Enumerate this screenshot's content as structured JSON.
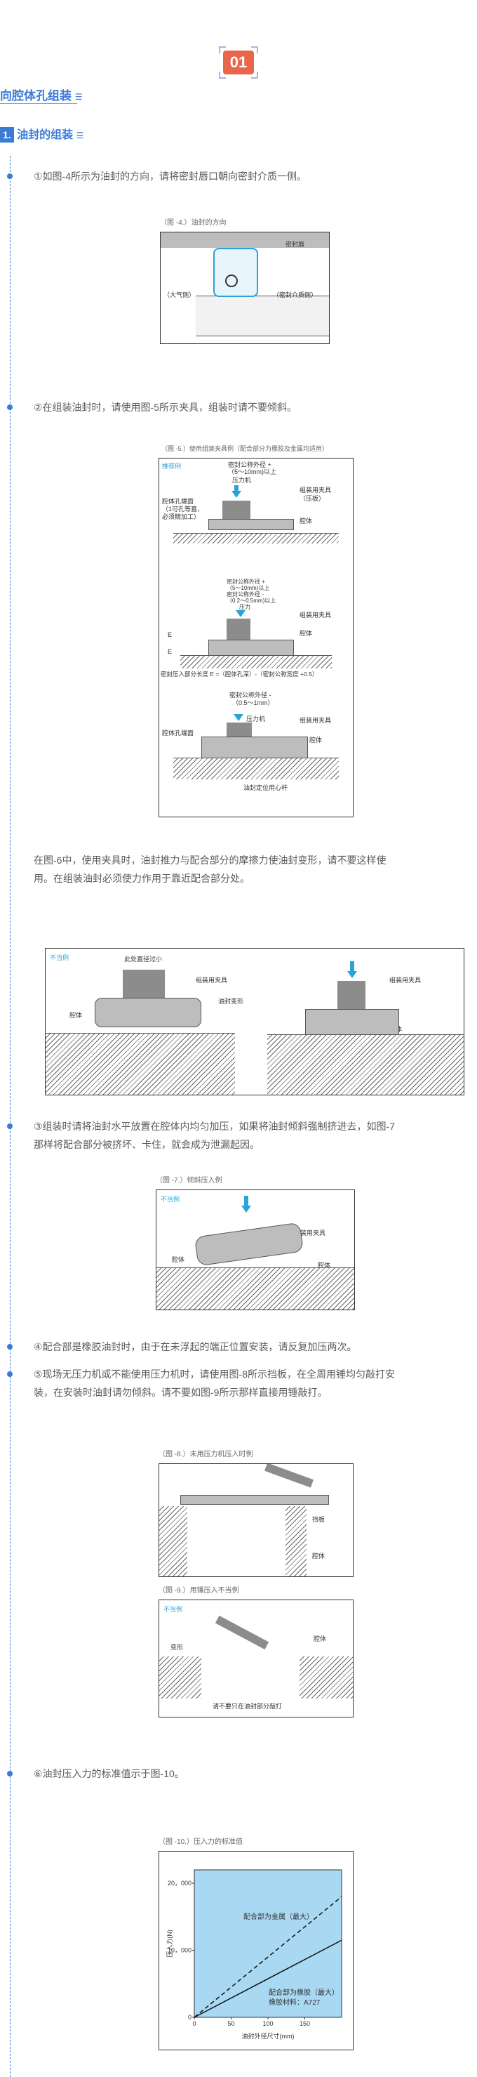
{
  "header": {
    "number": "01"
  },
  "section": {
    "title": "向腔体孔组装"
  },
  "subsection": {
    "index": "1.",
    "title": "油封的组装"
  },
  "steps": {
    "s1": "①如图-4所示为油封的方向，请将密封唇口朝向密封介质一侧。",
    "s2": "②在组装油封时，请使用图-5所示夹具，组装时请不要倾斜。",
    "p6a": "在图-6中，使用夹具时，油封推力与配合部分的摩擦力使油封变形，请不要这样使",
    "p6b": "用。在组装油封必须使力作用于靠近配合部分处。",
    "s3a": "③组装时请将油封水平放置在腔体内均匀加压，如果将油封倾斜强制挤进去，如图-7",
    "s3b": "那样将配合部分被挤坏、卡住，就会成为泄漏起因。",
    "s4": "④配合部是橡胶油封时，由于在未浮起的端正位置安装，请反复加压两次。",
    "s5a": "⑤现场无压力机或不能使用压力机时，请使用图-8所示挡板，在全周用锤均匀敲打安",
    "s5b": "装，在安装时油封请勿倾斜。请不要如图-9所示那样直接用锤敲打。",
    "s6": "⑥油封压入力的标准值示于图-10。"
  },
  "fig4": {
    "caption": "（图 -4.）油封的方向",
    "seal": "密封唇",
    "air": "（大气侧）",
    "medium": "（密封介质侧）"
  },
  "fig5": {
    "caption": "（图 -5.）使用组装夹具例（配合部分为橡胶及金属均适用）",
    "tag": "推荐例",
    "a1a": "密封公称外径 +",
    "a1b": "（5～10mm)以上",
    "a1c": "压力机",
    "a2a": "组装用夹具",
    "a2b": "（压板）",
    "a3a": "腔体孔端面",
    "a3b": "（1可孔等直，",
    "a3c": "必须精加工）",
    "a4": "腔体",
    "b1": "密封公称外径 +",
    "b2": "（5～10mm)以上",
    "b3": "密封公称外径 -",
    "b4": "（0.2～0.5mm)以上",
    "b5": "压力",
    "b6": "组装用夹具",
    "b7": "腔体",
    "b8": "E",
    "b9": "E",
    "bnote": "密封压入部分长度 E =（腔体孔深）-（密封公称宽度 +0.5）",
    "c1": "密封公称外径 -",
    "c2": "（0.5～1mm）",
    "c3": "压力机",
    "c4": "组装用夹具",
    "c5": "腔体孔端面",
    "c6": "腔体",
    "c7": "油封定位用心杆"
  },
  "fig6": {
    "tag": "不当例",
    "l1": "此处直径过小",
    "l2": "组装用夹具",
    "l3": "油封变形",
    "l4": "腔体",
    "r1": "组装用夹具",
    "r2": "腔体"
  },
  "fig7": {
    "caption": "（图 -7.）倾斜压入例",
    "tag": "不当例",
    "l1": "组装用夹具",
    "l2": "腔体",
    "l3": "腔体"
  },
  "fig8": {
    "caption": "（图 -8.）未用压力机压入时例",
    "l1": "挡板",
    "l2": "腔体"
  },
  "fig9": {
    "caption": "（图 -9.）用锤压入不当例",
    "tag": "不当例",
    "l1": "变形",
    "l2": "腔体",
    "note": "请不要只在油封部分敲打"
  },
  "fig10": {
    "caption": "（图 -10.）压入力的标准值",
    "chart_data": {
      "type": "line",
      "title": "",
      "xlabel": "油封外径尺寸(mm)",
      "ylabel": "压入力(N)",
      "xlim": [
        0,
        200
      ],
      "ylim": [
        0,
        22000
      ],
      "xticks": [
        "0",
        "50",
        "100",
        "150"
      ],
      "yticks": [
        "0",
        "10，000",
        "20，000"
      ],
      "series": [
        {
          "name": "配合部为金属（最大）",
          "style": "dashed",
          "x": [
            0,
            200
          ],
          "y": [
            0,
            18000
          ]
        },
        {
          "name": "配合部为橡胶（最大）",
          "sub": "橡胶材料：A727",
          "style": "solid",
          "x": [
            0,
            200
          ],
          "y": [
            0,
            11500
          ]
        }
      ]
    }
  },
  "colors": {
    "accent": "#3b7bd6",
    "badge": "#e9664a",
    "chart_bg": "#a9d8f2",
    "cyan": "#29a3d8"
  }
}
